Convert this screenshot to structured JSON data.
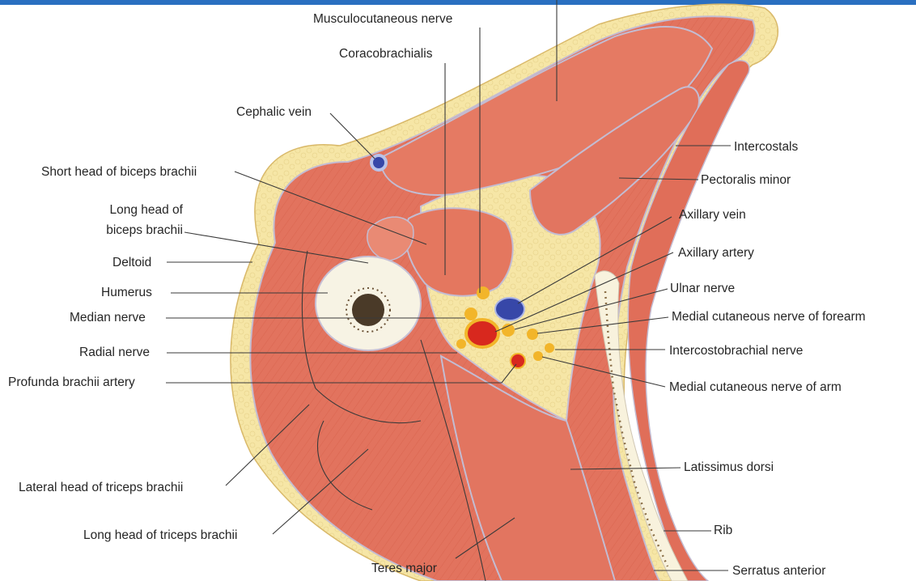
{
  "labels": {
    "musculocutaneous_nerve": "Musculocutaneous nerve",
    "coracobrachialis": "Coracobrachialis",
    "cephalic_vein": "Cephalic vein",
    "short_head_biceps": "Short head of biceps brachii",
    "long_head_biceps_line1": "Long head of",
    "long_head_biceps_line2": "biceps brachii",
    "deltoid": "Deltoid",
    "humerus": "Humerus",
    "median_nerve": "Median nerve",
    "radial_nerve": "Radial nerve",
    "profunda_brachii_artery": "Profunda brachii artery",
    "lateral_head_triceps": "Lateral head of triceps brachii",
    "long_head_triceps": "Long head of triceps brachii",
    "teres_major": "Teres major",
    "intercostals": "Intercostals",
    "pectoralis_minor": "Pectoralis minor",
    "axillary_vein": "Axillary vein",
    "axillary_artery": "Axillary artery",
    "ulnar_nerve": "Ulnar nerve",
    "medial_cutaneous_forearm": "Medial cutaneous nerve of forearm",
    "intercostobrachial_nerve": "Intercostobrachial nerve",
    "medial_cutaneous_arm": "Medial cutaneous nerve of arm",
    "latissimus_dorsi": "Latissimus dorsi",
    "rib": "Rib",
    "serratus_anterior": "Serratus anterior"
  },
  "colors": {
    "muscle": "#e2735e",
    "muscle_light": "#ee9a86",
    "fat": "#f6e6a6",
    "fat_dark": "#e9cf7a",
    "fascia": "#c9c3d6",
    "bone": "#f7f3e4",
    "marrow": "#4a3a28",
    "vein": "#3747a8",
    "artery": "#d8281e",
    "nerve": "#f2b52a",
    "top_bar": "#2a6fc0"
  }
}
